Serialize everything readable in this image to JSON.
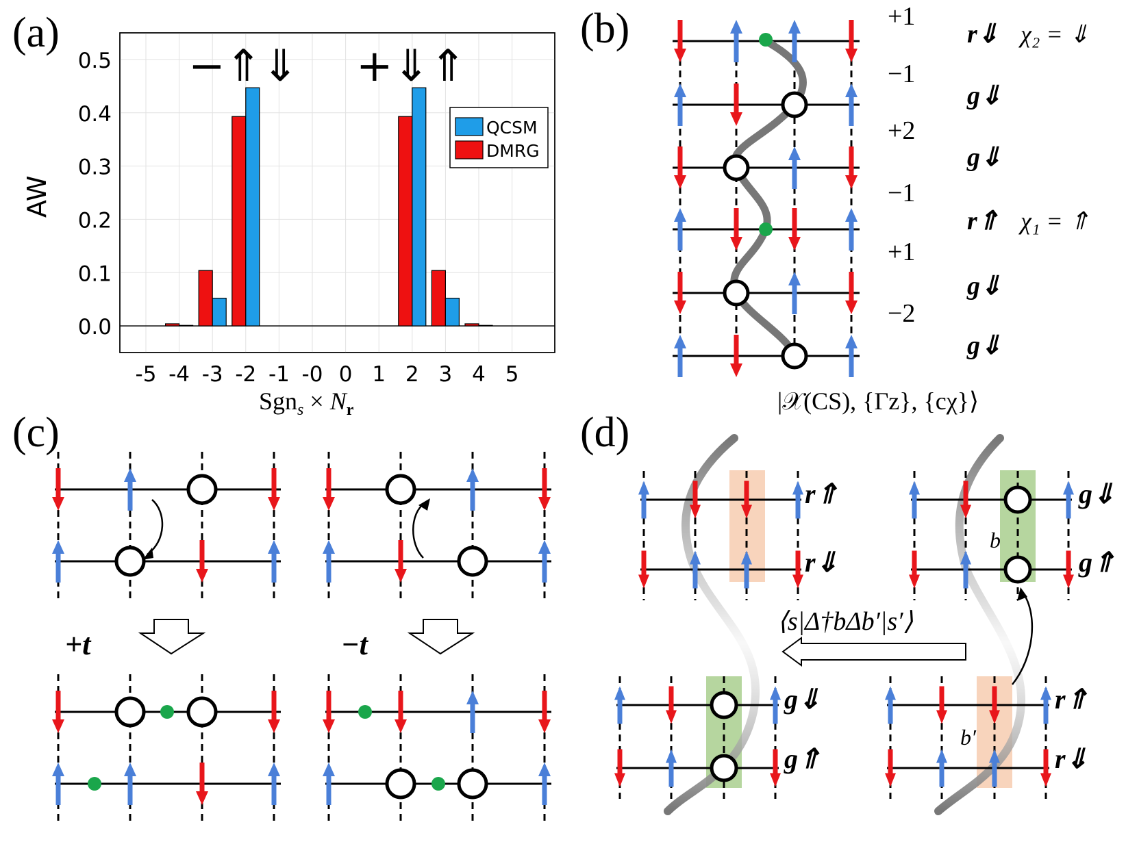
{
  "panels": {
    "a": {
      "label": "(a)",
      "annotation_left": "−⇑⇓",
      "annotation_right": "+⇓⇑",
      "chart_data": {
        "type": "bar",
        "xlabel": "Sgn_s × N_r",
        "ylabel": "AW",
        "ylim": [
          -0.05,
          0.55
        ],
        "yticks": [
          "0.0",
          "0.1",
          "0.2",
          "0.3",
          "0.4",
          "0.5"
        ],
        "xticks": [
          "-5",
          "-4",
          "-3",
          "-2",
          "-1",
          "-0",
          "0",
          "1",
          "2",
          "3",
          "4",
          "5"
        ],
        "grid": true,
        "legend_position": "right",
        "categories": [
          "-5",
          "-4",
          "-3",
          "-2",
          "-1",
          "-0",
          "0",
          "1",
          "2",
          "3",
          "4",
          "5"
        ],
        "series": [
          {
            "name": "QCSM",
            "color": "#1f9de8",
            "values": [
              0,
              0.001,
              0.052,
              0.447,
              0,
              0,
              0,
              0,
              0.447,
              0.052,
              0.001,
              0
            ]
          },
          {
            "name": "DMRG",
            "color": "#ee1111",
            "values": [
              0,
              0.004,
              0.104,
              0.393,
              0,
              0,
              0,
              0,
              0.393,
              0.104,
              0.004,
              0
            ]
          }
        ]
      }
    },
    "b": {
      "label": "(b)",
      "numbers": [
        "+1",
        "−1",
        "+2",
        "−1",
        "+1",
        "−2"
      ],
      "row_labels": [
        "r⇓",
        "g⇓",
        "g⇓",
        "r⇑",
        "g⇓",
        "g⇓"
      ],
      "chi2": "χ₂ = ⇓",
      "chi1": "χ₁ = ⇑",
      "state": "|𝒳(CS), {Γz}, {cχ}⟩"
    },
    "c": {
      "label": "(c)",
      "plus_t": "+t",
      "minus_t": "−t"
    },
    "d": {
      "label": "(d)",
      "labels_tl": [
        "r⇑",
        "r⇓"
      ],
      "labels_tr": [
        "g⇓",
        "g⇑"
      ],
      "labels_bl": [
        "g⇓",
        "g⇑"
      ],
      "labels_br": [
        "r⇑",
        "r⇓"
      ],
      "b": "b",
      "b_prime": "b′",
      "matrix_element": "⟨s|Δ†bΔb′|s′⟩"
    }
  },
  "colors": {
    "up_arrow": "#4a7fd8",
    "down_arrow": "#e8161b",
    "hole_dot": "#1aa64b",
    "string": "#777777",
    "green_box": "#a9cf8e",
    "orange_box": "#f5c6a6"
  }
}
